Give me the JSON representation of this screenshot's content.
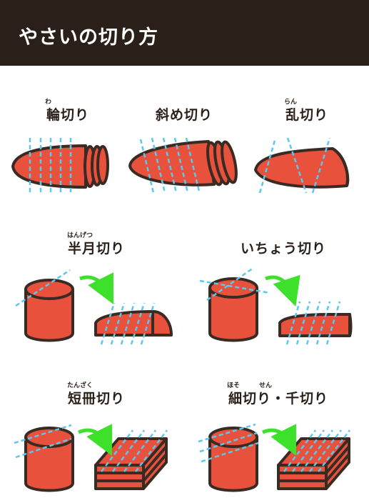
{
  "title": "やさいの切り方",
  "colors": {
    "header_bg": "#2b1f19",
    "veg": "#e8523d",
    "outline": "#3a2a24",
    "cut_line": "#5bc7ee",
    "arrow": "#3de02a"
  },
  "cuts": [
    {
      "label": "輪切り",
      "ruby": "わ"
    },
    {
      "label": "斜め切り",
      "ruby": ""
    },
    {
      "label": "乱切り",
      "ruby": "らん"
    },
    {
      "label": "半月切り",
      "ruby": "はんげつ"
    },
    {
      "label": "いちょう切り",
      "ruby": ""
    },
    {
      "label": "短冊切り",
      "ruby": "たんざく"
    },
    {
      "label": "細切り・千切り",
      "ruby": "ほそ　　　せん"
    }
  ]
}
